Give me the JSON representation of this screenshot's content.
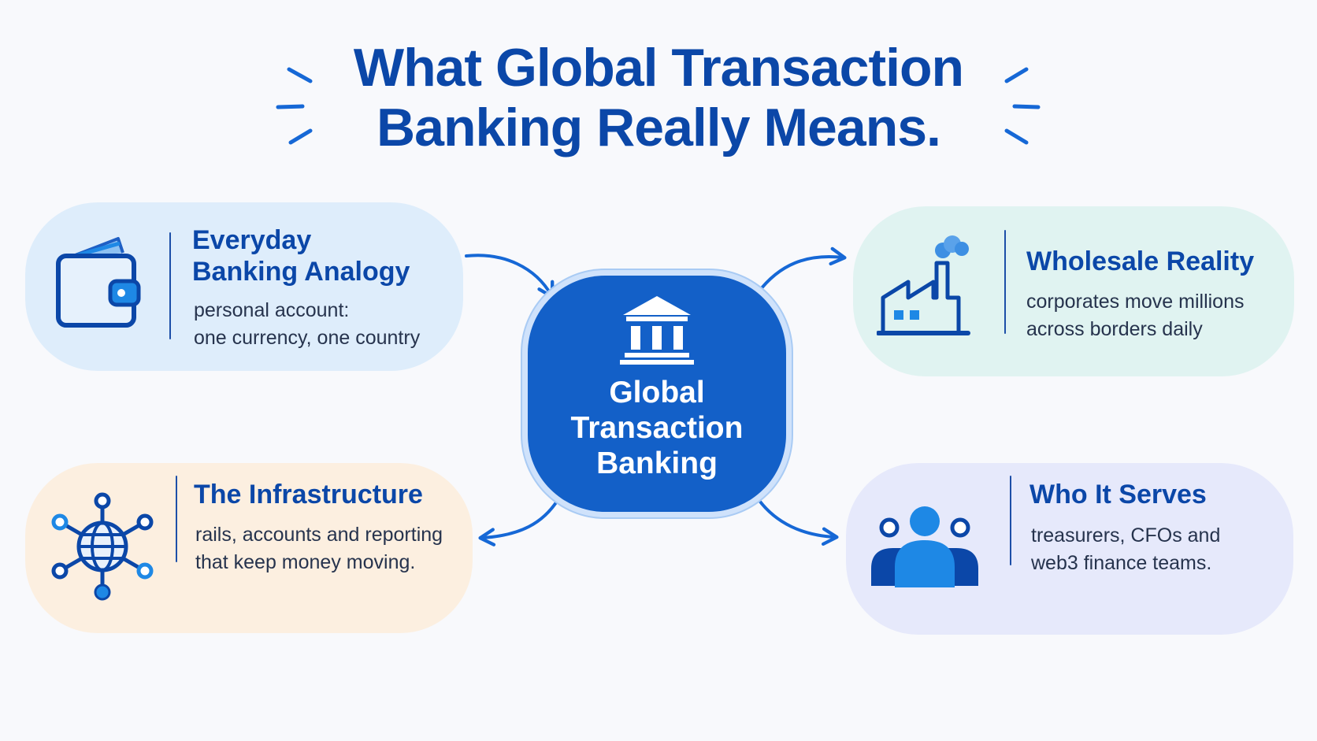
{
  "title": {
    "line1": "What Global Transaction",
    "line2": "Banking Really Means."
  },
  "center": {
    "line1": "Global",
    "line2": "Transaction",
    "line3": "Banking",
    "icon": "bank-building-icon"
  },
  "cards": {
    "everyday": {
      "title_line1": "Everyday",
      "title_line2": "Banking Analogy",
      "body_line1": "personal account:",
      "body_line2": "one currency, one country",
      "icon": "wallet-icon",
      "background": "#deedfb"
    },
    "wholesale": {
      "title": "Wholesale Reality",
      "body_line1": "corporates move millions",
      "body_line2": "across borders daily",
      "icon": "factory-icon",
      "background": "#e0f3f1"
    },
    "infrastructure": {
      "title": "The Infrastructure",
      "body_line1": "rails, accounts and reporting",
      "body_line2": "that keep money moving.",
      "icon": "network-globe-icon",
      "background": "#fcefe0"
    },
    "serves": {
      "title": "Who It Serves",
      "body_line1": "treasurers, CFOs and",
      "body_line2": "web3 finance teams.",
      "icon": "people-group-icon",
      "background": "#e6e9fb"
    }
  },
  "colors": {
    "primary": "#0b47a8",
    "hub": "#1360c8",
    "accent": "#1e88e5",
    "text": "#26334d"
  }
}
